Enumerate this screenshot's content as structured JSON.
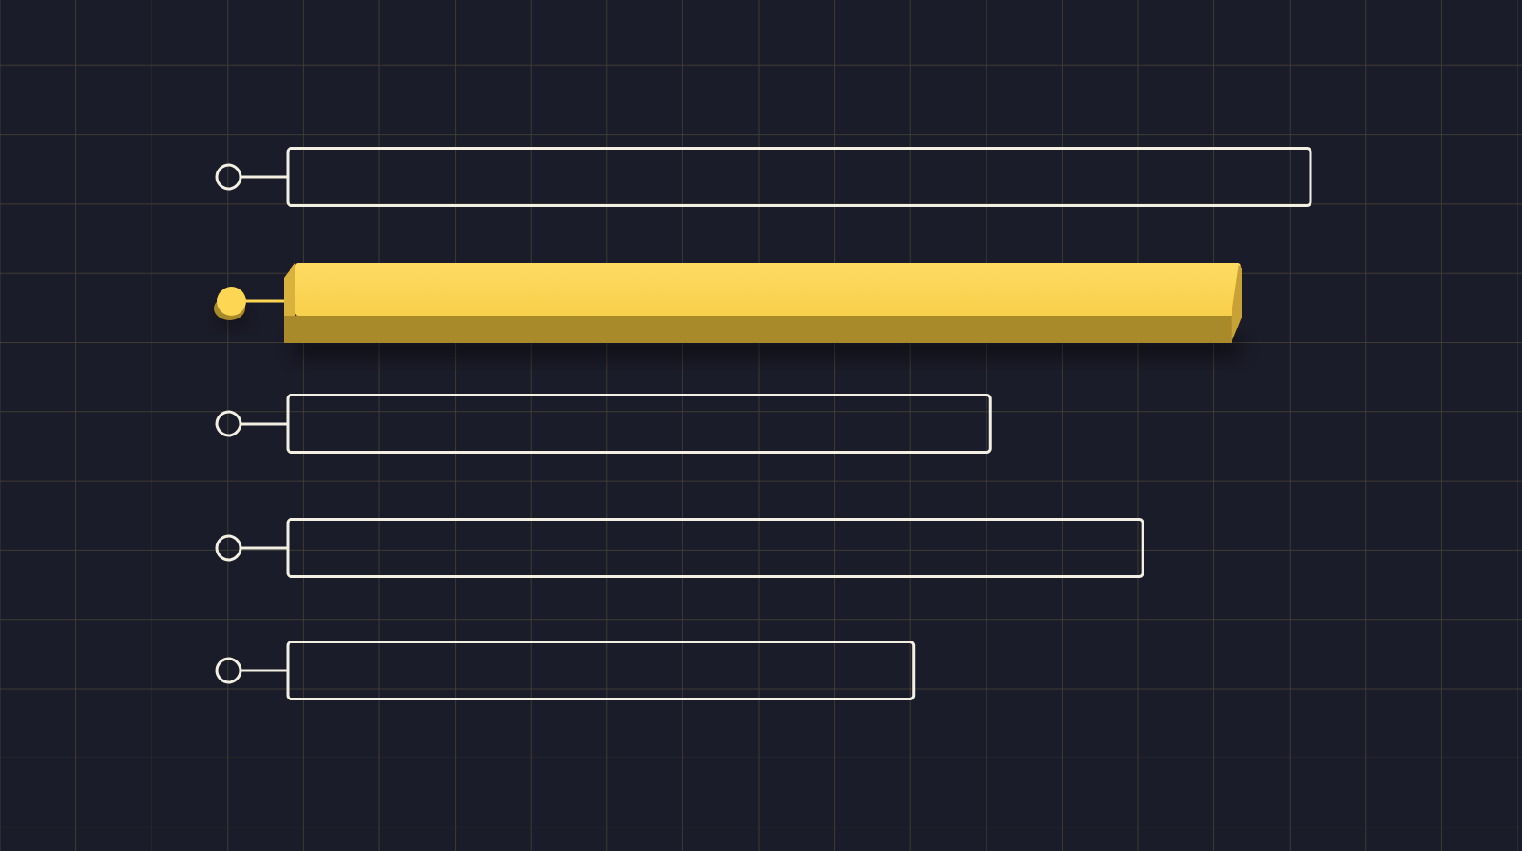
{
  "colors": {
    "background": "#1b1c29",
    "grid": "#4a4536",
    "outline": "#f3efe2",
    "accent": "#fdd653",
    "accent_shade": "#a98a2a"
  },
  "bars": [
    {
      "name": "bar-1",
      "level": 1.0,
      "highlighted": false
    },
    {
      "name": "bar-2",
      "level": 0.935,
      "highlighted": true
    },
    {
      "name": "bar-3",
      "level": 0.687,
      "highlighted": false
    },
    {
      "name": "bar-4",
      "level": 0.836,
      "highlighted": false
    },
    {
      "name": "bar-5",
      "level": 0.612,
      "highlighted": false
    }
  ]
}
